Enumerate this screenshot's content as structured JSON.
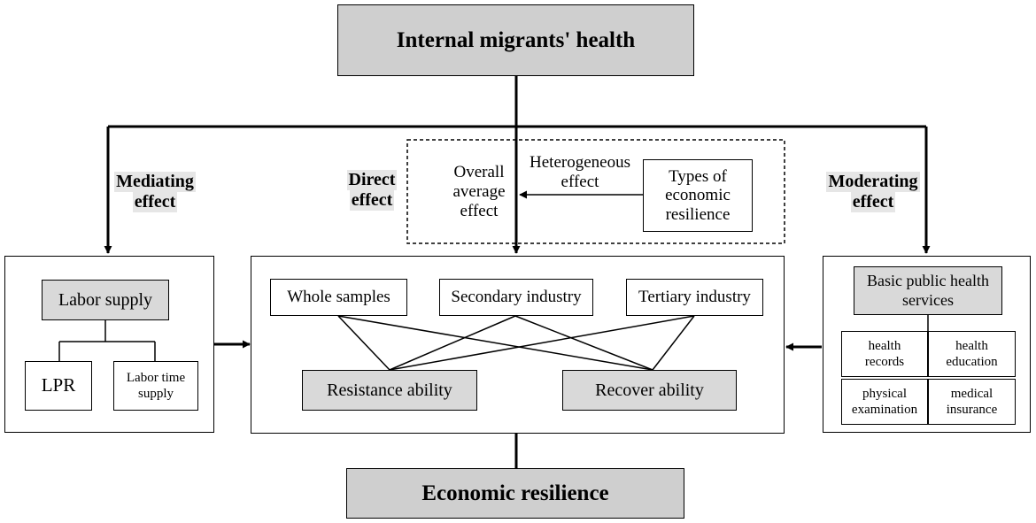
{
  "title": "Internal migrants' health",
  "outcome": "Economic resilience",
  "mediating": {
    "label_line1": "Mediating",
    "label_line2": "effect",
    "main": "Labor supply",
    "sub1": "LPR",
    "sub2_line1": "Labor time",
    "sub2_line2": "supply"
  },
  "direct": {
    "label_line1": "Direct",
    "label_line2": "effect",
    "overall_line1": "Overall",
    "overall_line2": "average",
    "overall_line3": "effect",
    "hetero_line1": "Heterogeneous",
    "hetero_line2": "effect",
    "types_line1": "Types of",
    "types_line2": "economic",
    "types_line3": "resilience",
    "samples": [
      "Whole samples",
      "Secondary industry",
      "Tertiary industry"
    ],
    "abilities": [
      "Resistance ability",
      "Recover ability"
    ]
  },
  "moderating": {
    "label_line1": "Moderating",
    "label_line2": "effect",
    "main_line1": "Basic public health",
    "main_line2": "services",
    "services": [
      {
        "line1": "health",
        "line2": "records"
      },
      {
        "line1": "health",
        "line2": "education"
      },
      {
        "line1": "physical",
        "line2": "examination"
      },
      {
        "line1": "medical",
        "line2": "insurance"
      }
    ]
  }
}
